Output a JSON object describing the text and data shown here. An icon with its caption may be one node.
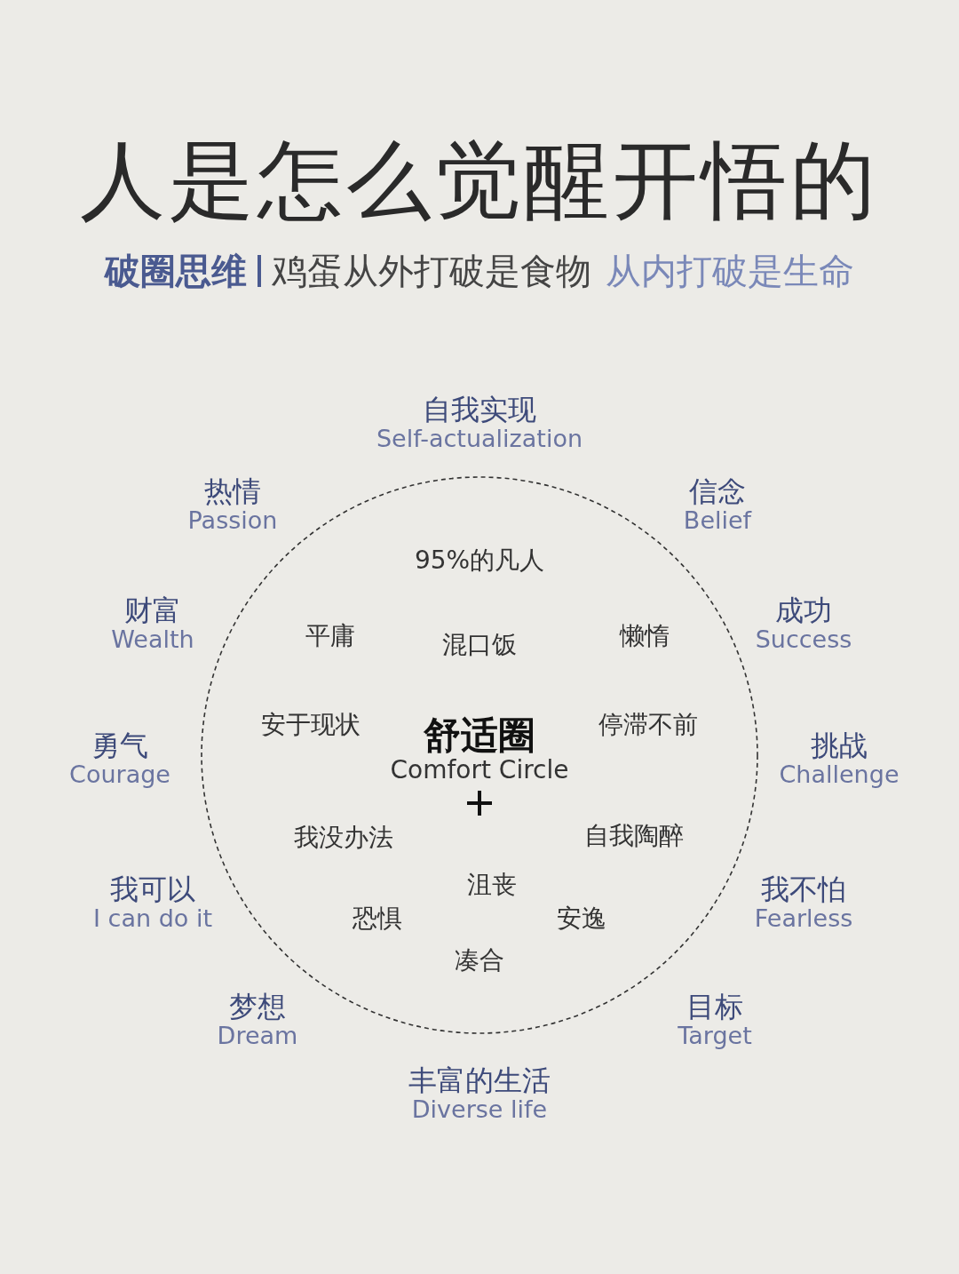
{
  "diagram": {
    "title": "人是怎么觉醒开悟的",
    "nodes": [
      {
        "text": [
          "95%的凡人",
          "平庸",
          "混口饭",
          "懒惰",
          "安于现状",
          "舒适圈",
          "Comfort Circle",
          "停滞不前",
          "我没办法",
          "自我陶醉",
          "沮丧",
          "恐惧",
          "安逸",
          "凑合"
        ]
      }
    ],
    "edges": [],
    "labels": [
      "破圈思维",
      "鸡蛋从外打破是食物",
      "从内打破是生命",
      "自我实现",
      "Self-actualization",
      "热情",
      "Passion",
      "信念",
      "Belief",
      "财富",
      "Wealth",
      "成功",
      "Success",
      "勇气",
      "Courage",
      "挑战",
      "Challenge",
      "我可以",
      "I can do it",
      "我不怕",
      "Fearless",
      "梦想",
      "Dream",
      "目标",
      "Target",
      "丰富的生活",
      "Diverse life"
    ]
  }
}
